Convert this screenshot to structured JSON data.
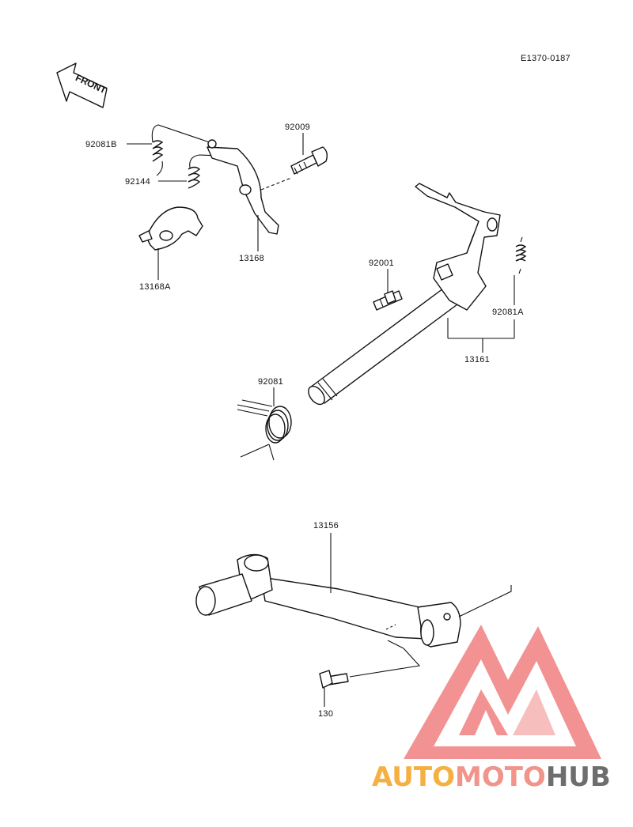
{
  "diagram_code": "E1370-0187",
  "front_arrow_label": "FRONT",
  "part_labels": {
    "p92081b": "92081B",
    "p92144": "92144",
    "p92009": "92009",
    "p13168": "13168",
    "p13168a": "13168A",
    "p92001": "92001",
    "p92081a": "92081A",
    "p13161": "13161",
    "p92081": "92081",
    "p13156": "13156",
    "p130": "130"
  },
  "watermark": {
    "part1": "AUTO",
    "part2": "MOTO",
    "part3": "HUB",
    "colors": {
      "auto": "#f5b041",
      "moto": "#f1948a",
      "hub": "#6e6e6e",
      "logo": "#f08080"
    }
  }
}
